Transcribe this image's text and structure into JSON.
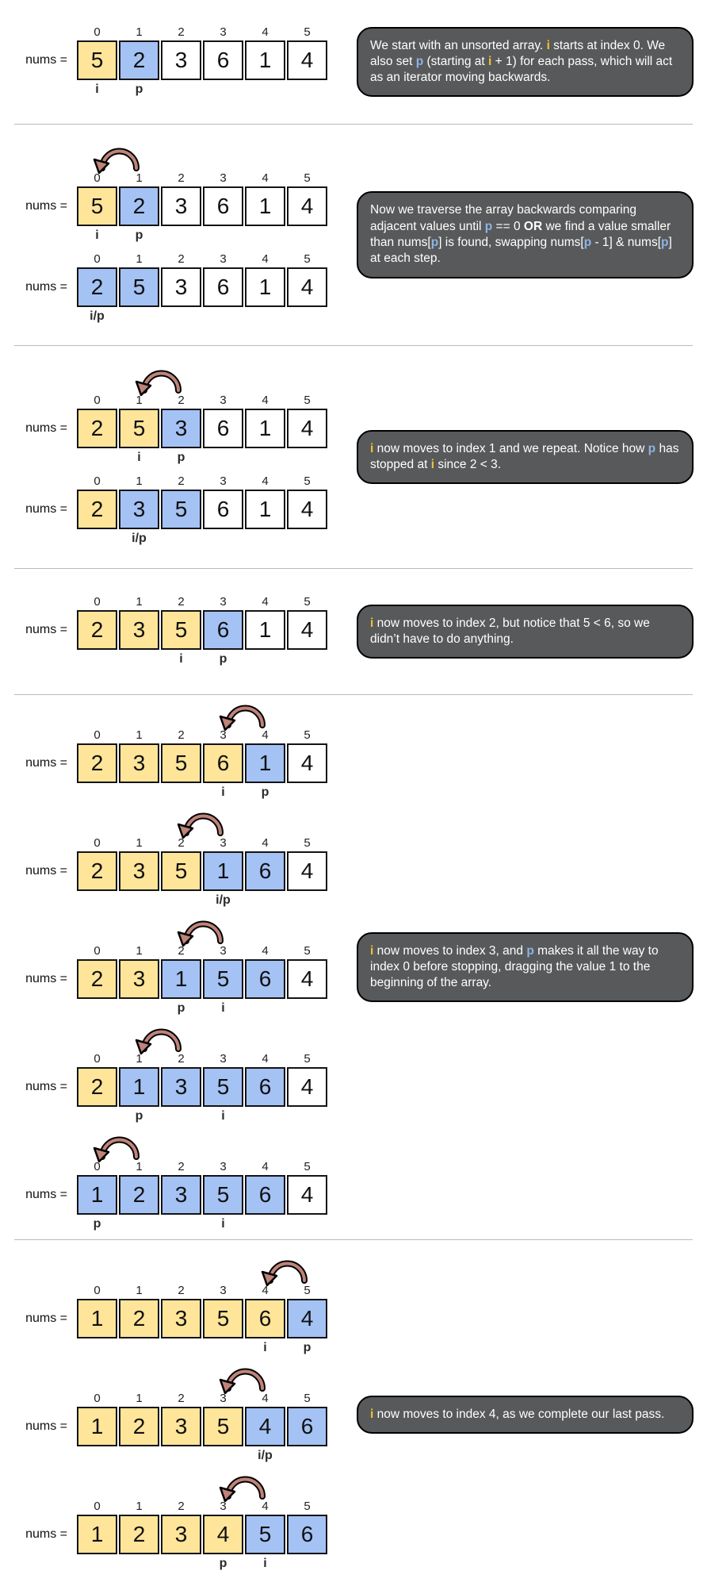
{
  "labels": {
    "nums": "nums ="
  },
  "indices": [
    "0",
    "1",
    "2",
    "3",
    "4",
    "5"
  ],
  "colors": {
    "cell_yellow": "#ffe599",
    "cell_blue": "#a4c2f4",
    "cell_white": "#ffffff",
    "note_background": "#58595b",
    "note_text": "#ffffff",
    "token_i": "#f1c232",
    "token_p": "#8db3e2",
    "arrow_fill": "#bf8379",
    "arrow_outline": "#000000",
    "cell_border": "#141414",
    "divider": "#bbbbbb"
  },
  "sections": [
    {
      "arrays": [
        {
          "cells": [
            {
              "v": "5",
              "c": "y"
            },
            {
              "v": "2",
              "c": "b"
            },
            {
              "v": "3",
              "c": "w"
            },
            {
              "v": "6",
              "c": "w"
            },
            {
              "v": "1",
              "c": "w"
            },
            {
              "v": "4",
              "c": "w"
            }
          ],
          "arrow_boundary": null,
          "pointers": [
            {
              "cell": 0,
              "label": "i"
            },
            {
              "cell": 1,
              "label": "p"
            }
          ]
        }
      ],
      "note": [
        {
          "t": "We start with an unsorted array. "
        },
        {
          "t": "i",
          "s": "i"
        },
        {
          "t": " starts at index 0. We also set "
        },
        {
          "t": "p",
          "s": "p"
        },
        {
          "t": " (starting at "
        },
        {
          "t": "i",
          "s": "i"
        },
        {
          "t": " + 1) for each pass, which will act as an iterator moving backwards."
        }
      ]
    },
    {
      "arrays": [
        {
          "cells": [
            {
              "v": "5",
              "c": "y"
            },
            {
              "v": "2",
              "c": "b"
            },
            {
              "v": "3",
              "c": "w"
            },
            {
              "v": "6",
              "c": "w"
            },
            {
              "v": "1",
              "c": "w"
            },
            {
              "v": "4",
              "c": "w"
            }
          ],
          "arrow_boundary": 0,
          "pointers": [
            {
              "cell": 0,
              "label": "i"
            },
            {
              "cell": 1,
              "label": "p"
            }
          ]
        },
        {
          "cells": [
            {
              "v": "2",
              "c": "b"
            },
            {
              "v": "5",
              "c": "b"
            },
            {
              "v": "3",
              "c": "w"
            },
            {
              "v": "6",
              "c": "w"
            },
            {
              "v": "1",
              "c": "w"
            },
            {
              "v": "4",
              "c": "w"
            }
          ],
          "arrow_boundary": null,
          "pointers": [
            {
              "cell": 0,
              "label": "i/p"
            }
          ]
        }
      ],
      "note": [
        {
          "t": "Now we traverse the array backwards comparing adjacent values until "
        },
        {
          "t": "p",
          "s": "p"
        },
        {
          "t": " == 0 "
        },
        {
          "t": "OR",
          "s": "b"
        },
        {
          "t": " we find a value smaller than nums["
        },
        {
          "t": "p",
          "s": "p"
        },
        {
          "t": "] is found, swapping nums["
        },
        {
          "t": "p",
          "s": "p"
        },
        {
          "t": " - 1] & nums["
        },
        {
          "t": "p",
          "s": "p"
        },
        {
          "t": "] at each step."
        }
      ]
    },
    {
      "arrays": [
        {
          "cells": [
            {
              "v": "2",
              "c": "y"
            },
            {
              "v": "5",
              "c": "y"
            },
            {
              "v": "3",
              "c": "b"
            },
            {
              "v": "6",
              "c": "w"
            },
            {
              "v": "1",
              "c": "w"
            },
            {
              "v": "4",
              "c": "w"
            }
          ],
          "arrow_boundary": 1,
          "pointers": [
            {
              "cell": 1,
              "label": "i"
            },
            {
              "cell": 2,
              "label": "p"
            }
          ]
        },
        {
          "cells": [
            {
              "v": "2",
              "c": "y"
            },
            {
              "v": "3",
              "c": "b"
            },
            {
              "v": "5",
              "c": "b"
            },
            {
              "v": "6",
              "c": "w"
            },
            {
              "v": "1",
              "c": "w"
            },
            {
              "v": "4",
              "c": "w"
            }
          ],
          "arrow_boundary": null,
          "pointers": [
            {
              "cell": 1,
              "label": "i/p"
            }
          ]
        }
      ],
      "note": [
        {
          "t": "i",
          "s": "i"
        },
        {
          "t": " now moves to index 1 and we repeat. Notice how "
        },
        {
          "t": "p",
          "s": "p"
        },
        {
          "t": " has stopped at "
        },
        {
          "t": "i",
          "s": "i"
        },
        {
          "t": " since 2 < 3."
        }
      ]
    },
    {
      "arrays": [
        {
          "cells": [
            {
              "v": "2",
              "c": "y"
            },
            {
              "v": "3",
              "c": "y"
            },
            {
              "v": "5",
              "c": "y"
            },
            {
              "v": "6",
              "c": "b"
            },
            {
              "v": "1",
              "c": "w"
            },
            {
              "v": "4",
              "c": "w"
            }
          ],
          "arrow_boundary": null,
          "pointers": [
            {
              "cell": 2,
              "label": "i"
            },
            {
              "cell": 3,
              "label": "p"
            }
          ]
        }
      ],
      "note": [
        {
          "t": "i",
          "s": "i"
        },
        {
          "t": " now moves to index 2, but notice that 5 < 6, so we didn’t have to do anything."
        }
      ]
    },
    {
      "arrays": [
        {
          "cells": [
            {
              "v": "2",
              "c": "y"
            },
            {
              "v": "3",
              "c": "y"
            },
            {
              "v": "5",
              "c": "y"
            },
            {
              "v": "6",
              "c": "y"
            },
            {
              "v": "1",
              "c": "b"
            },
            {
              "v": "4",
              "c": "w"
            }
          ],
          "arrow_boundary": 3,
          "pointers": [
            {
              "cell": 3,
              "label": "i"
            },
            {
              "cell": 4,
              "label": "p"
            }
          ]
        },
        {
          "cells": [
            {
              "v": "2",
              "c": "y"
            },
            {
              "v": "3",
              "c": "y"
            },
            {
              "v": "5",
              "c": "y"
            },
            {
              "v": "1",
              "c": "b"
            },
            {
              "v": "6",
              "c": "b"
            },
            {
              "v": "4",
              "c": "w"
            }
          ],
          "arrow_boundary": 2,
          "pointers": [
            {
              "cell": 3,
              "label": "i/p"
            }
          ]
        },
        {
          "cells": [
            {
              "v": "2",
              "c": "y"
            },
            {
              "v": "3",
              "c": "y"
            },
            {
              "v": "1",
              "c": "b"
            },
            {
              "v": "5",
              "c": "b"
            },
            {
              "v": "6",
              "c": "b"
            },
            {
              "v": "4",
              "c": "w"
            }
          ],
          "arrow_boundary": 2,
          "pointers": [
            {
              "cell": 2,
              "label": "p"
            },
            {
              "cell": 3,
              "label": "i"
            }
          ]
        },
        {
          "cells": [
            {
              "v": "2",
              "c": "y"
            },
            {
              "v": "1",
              "c": "b"
            },
            {
              "v": "3",
              "c": "b"
            },
            {
              "v": "5",
              "c": "b"
            },
            {
              "v": "6",
              "c": "b"
            },
            {
              "v": "4",
              "c": "w"
            }
          ],
          "arrow_boundary": 1,
          "pointers": [
            {
              "cell": 1,
              "label": "p"
            },
            {
              "cell": 3,
              "label": "i"
            }
          ]
        },
        {
          "cells": [
            {
              "v": "1",
              "c": "b"
            },
            {
              "v": "2",
              "c": "b"
            },
            {
              "v": "3",
              "c": "b"
            },
            {
              "v": "5",
              "c": "b"
            },
            {
              "v": "6",
              "c": "b"
            },
            {
              "v": "4",
              "c": "w"
            }
          ],
          "arrow_boundary": 0,
          "pointers": [
            {
              "cell": 0,
              "label": "p"
            },
            {
              "cell": 3,
              "label": "i"
            }
          ]
        }
      ],
      "note": [
        {
          "t": "i",
          "s": "i"
        },
        {
          "t": " now moves to index 3, and "
        },
        {
          "t": "p",
          "s": "p"
        },
        {
          "t": " makes it all the way to index 0 before stopping, dragging the value 1 to the beginning of the array."
        }
      ]
    },
    {
      "arrays": [
        {
          "cells": [
            {
              "v": "1",
              "c": "y"
            },
            {
              "v": "2",
              "c": "y"
            },
            {
              "v": "3",
              "c": "y"
            },
            {
              "v": "5",
              "c": "y"
            },
            {
              "v": "6",
              "c": "y"
            },
            {
              "v": "4",
              "c": "b"
            }
          ],
          "arrow_boundary": 4,
          "pointers": [
            {
              "cell": 4,
              "label": "i"
            },
            {
              "cell": 5,
              "label": "p"
            }
          ]
        },
        {
          "cells": [
            {
              "v": "1",
              "c": "y"
            },
            {
              "v": "2",
              "c": "y"
            },
            {
              "v": "3",
              "c": "y"
            },
            {
              "v": "5",
              "c": "y"
            },
            {
              "v": "4",
              "c": "b"
            },
            {
              "v": "6",
              "c": "b"
            }
          ],
          "arrow_boundary": 3,
          "pointers": [
            {
              "cell": 4,
              "label": "i/p"
            }
          ]
        },
        {
          "cells": [
            {
              "v": "1",
              "c": "y"
            },
            {
              "v": "2",
              "c": "y"
            },
            {
              "v": "3",
              "c": "y"
            },
            {
              "v": "4",
              "c": "y"
            },
            {
              "v": "5",
              "c": "b"
            },
            {
              "v": "6",
              "c": "b"
            }
          ],
          "arrow_boundary": 3,
          "pointers": [
            {
              "cell": 3,
              "label": "p"
            },
            {
              "cell": 4,
              "label": "i"
            }
          ]
        }
      ],
      "note": [
        {
          "t": "i",
          "s": "i"
        },
        {
          "t": " now moves to index 4, as we complete our last pass."
        }
      ]
    }
  ]
}
